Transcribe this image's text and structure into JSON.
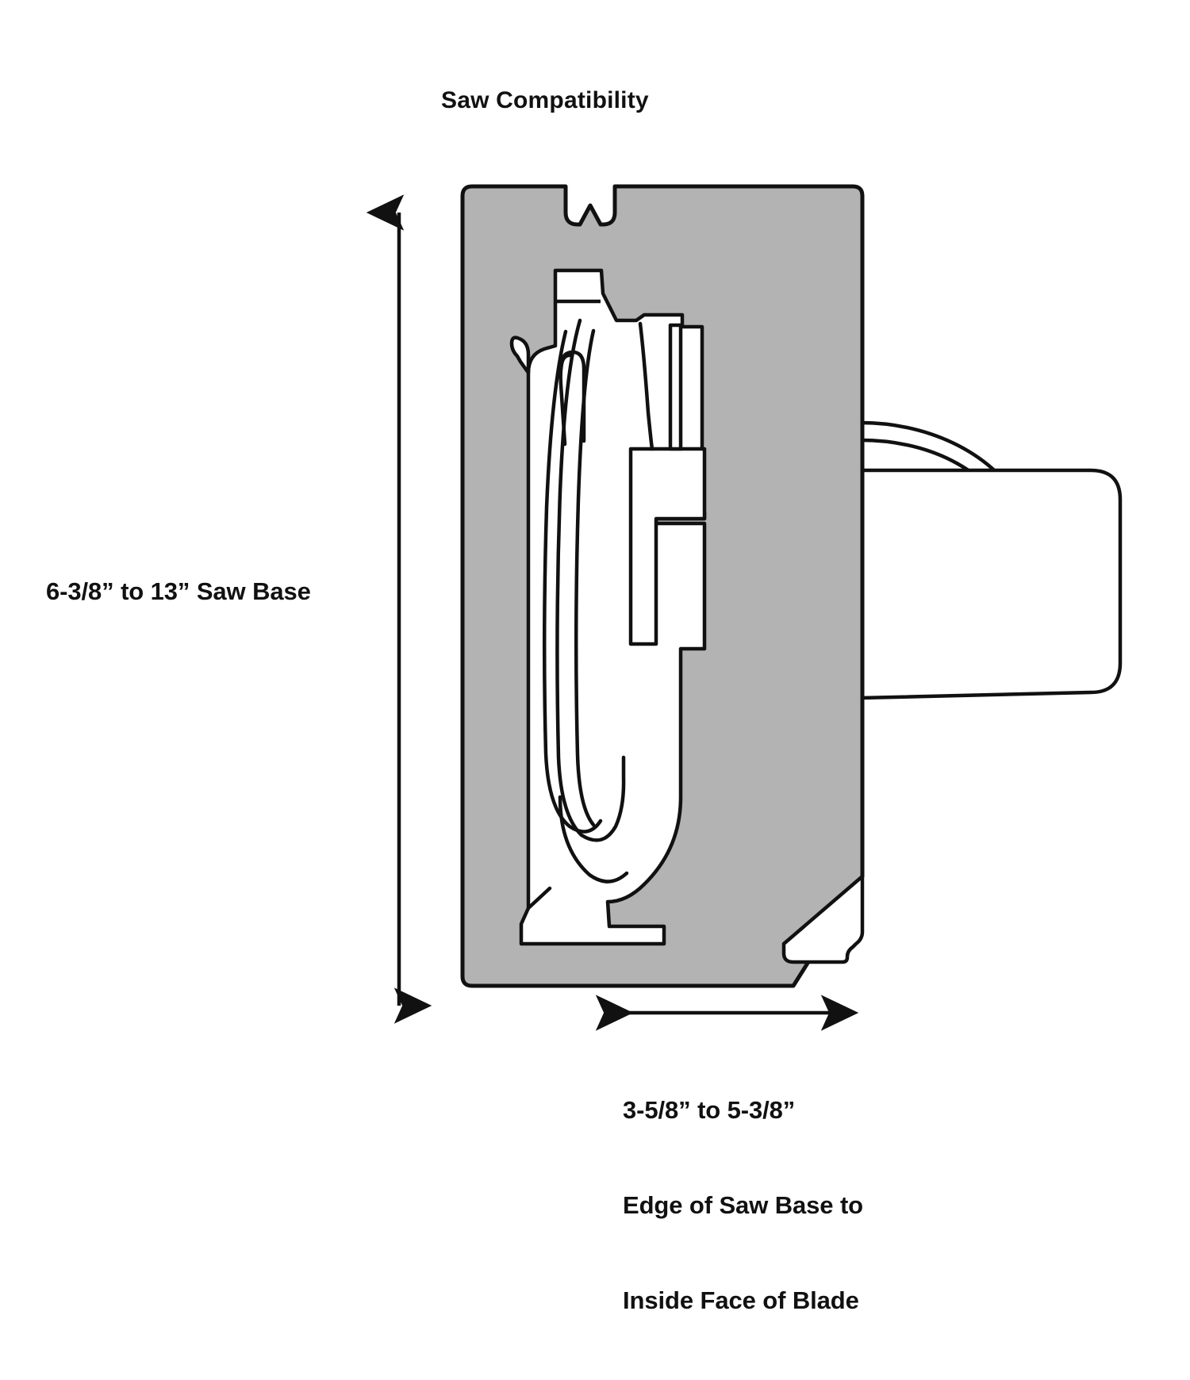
{
  "figure": {
    "title": "Saw Compatibility",
    "type": "technical-line-diagram",
    "subject": "circular saw mounted on track saw guide base, front elevation cross-section",
    "background_color": "#ffffff",
    "ink_color": "#111111",
    "saw_base_fill": "#b3b3b3",
    "part_fill": "#ffffff"
  },
  "dimensions": {
    "vertical": {
      "label": "6-3/8” to 13” Saw Base",
      "value_min": "6-3/8”",
      "value_max": "13”",
      "measures": "Saw Base",
      "orientation": "vertical",
      "arrow": "double-headed"
    },
    "horizontal": {
      "label_line_1": "3-5/8” to 5-3/8”",
      "label_line_2": "Edge of Saw Base to",
      "label_line_3": "Inside Face of Blade",
      "value_min": "3-5/8”",
      "value_max": "5-3/8”",
      "measures": "Edge of Saw Base to Inside Face of Blade",
      "orientation": "horizontal",
      "arrow": "double-headed"
    }
  },
  "parts": {
    "saw_base_plate": "saw-base-plate",
    "blade_slot_notch": "blade-slot-notch",
    "blade_guard": "blade-guard",
    "blade": "blade",
    "arbor_housing": "arbor-housing",
    "motor_housing": "motor-housing",
    "handle": "handle",
    "rear_foot": "rear-foot"
  }
}
